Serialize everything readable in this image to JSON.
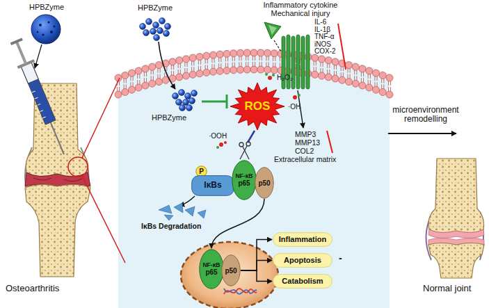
{
  "diagram": {
    "nodes": [
      {
        "text": [
          "ROS"
        ]
      },
      {
        "text": [
          "P"
        ]
      },
      {
        "text": [
          "IκBs"
        ]
      },
      {
        "text": [
          "NF-κB",
          "p65"
        ]
      },
      {
        "text": [
          "p50"
        ]
      },
      {
        "text": [
          "NF-κB",
          "p65"
        ]
      },
      {
        "text": [
          "p50"
        ]
      },
      {
        "text": [
          "Inflammation"
        ]
      },
      {
        "text": [
          "Apoptosis"
        ]
      },
      {
        "text": [
          "Catabolism"
        ]
      }
    ],
    "edges": [
      {
        "from": 4,
        "to": 5,
        "arrow": "to"
      },
      {
        "from": 6,
        "to": 7,
        "arrow": "to"
      },
      {
        "from": 6,
        "to": 8,
        "arrow": "to"
      },
      {
        "from": 6,
        "to": 9,
        "arrow": "to"
      }
    ],
    "labels": [
      "HPBZyme",
      "HPBZyme",
      "Inflammatory cytokine Mechanical injury",
      "IL-6",
      "IL-1β",
      "TNF-α",
      "iNOS",
      "COX-2",
      "H₂O₂",
      "·OH",
      "·OOH",
      "HPBZyme",
      "MMP3",
      "MMP13",
      "COL2",
      "Extracellular matrix",
      "IκBs Degradation",
      "microenvironment remodelling",
      "-",
      "Osteoarthritis",
      "Normal joint"
    ]
  }
}
